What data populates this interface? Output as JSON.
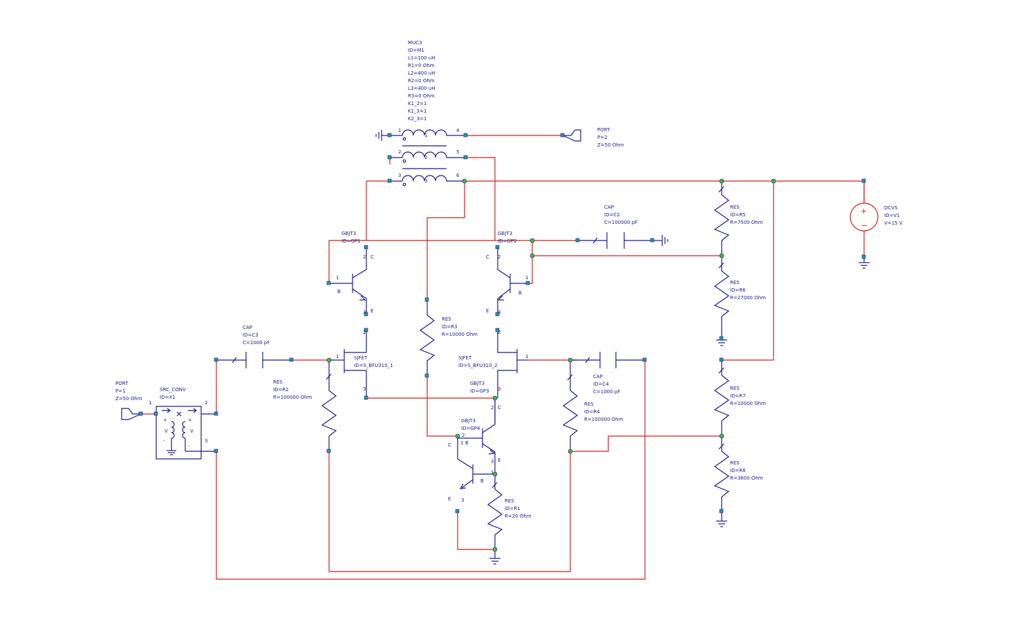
{
  "colors": {
    "wire": "#cc2222",
    "symbol": "#1a1a8c",
    "pin": "#2a9a9a",
    "node": "#44bb33",
    "source_body": "#cc2222"
  },
  "muc3": {
    "lines": [
      "MUC3",
      "ID=M1",
      "L1=100 uH",
      "R1=0 Ohm",
      "L2=400 uH",
      "R2=0 Ohm",
      "L3=400 uH",
      "R3=0 Ohm",
      "K1_2=1",
      "K1_3=1",
      "K2_3=1"
    ],
    "pins": [
      "1",
      "2",
      "3",
      "4",
      "5",
      "6"
    ],
    "coils": [
      "1",
      "2",
      "3"
    ]
  },
  "port2": {
    "lines": [
      "PORT",
      "P=2",
      "Z=50 Ohm"
    ]
  },
  "port1": {
    "lines": [
      "PORT",
      "P=1",
      "Z=50 Ohm"
    ]
  },
  "dcvs": {
    "lines": [
      "DCVS",
      "ID=V1",
      "V=15 V"
    ]
  },
  "cap_c2": {
    "lines": [
      "CAP",
      "ID=C2",
      "C=100000 pF"
    ]
  },
  "cap_c3": {
    "lines": [
      "CAP",
      "ID=C3",
      "C=1000 pF"
    ]
  },
  "cap_c4": {
    "lines": [
      "CAP",
      "ID=C4",
      "C=1000 pF"
    ]
  },
  "res_r1": {
    "lines": [
      "RES",
      "ID=R1",
      "R=20 Ohm"
    ]
  },
  "res_r2": {
    "lines": [
      "RES",
      "ID=R2",
      "R=100000 Ohm"
    ]
  },
  "res_r3": {
    "lines": [
      "RES",
      "ID=R3",
      "R=10000 Ohm"
    ]
  },
  "res_r4": {
    "lines": [
      "RES",
      "ID=R4",
      "R=100000 Ohm"
    ]
  },
  "res_r5": {
    "lines": [
      "RES",
      "ID=R5",
      "R=7500 Ohm"
    ]
  },
  "res_r6": {
    "lines": [
      "RES",
      "ID=R6",
      "R=27000 Ohm"
    ]
  },
  "res_r7": {
    "lines": [
      "RES",
      "ID=R7",
      "R=10000 Ohm"
    ]
  },
  "res_r8": {
    "lines": [
      "RES",
      "ID=R8",
      "R=3600 Ohm"
    ]
  },
  "gp1": {
    "lines": [
      "GBJT3",
      "ID=GP1"
    ],
    "pins": [
      "1",
      "2",
      "3"
    ],
    "terms": [
      "B",
      "C",
      "E"
    ]
  },
  "gp2": {
    "lines": [
      "GBJT3",
      "ID=GP2"
    ],
    "pins": [
      "1",
      "2",
      "3"
    ],
    "terms": [
      "B",
      "C",
      "E"
    ]
  },
  "gp3": {
    "lines": [
      "GBJT3",
      "ID=GP3"
    ],
    "pins": [
      "2",
      "3"
    ],
    "terms": [
      "C"
    ]
  },
  "gp4": {
    "lines": [
      "GBJT3",
      "ID=GP4"
    ],
    "pins": [
      "1",
      "2",
      "3"
    ],
    "terms": [
      "B",
      "C",
      "E"
    ]
  },
  "gp4b": {
    "pins": [
      "1",
      "3"
    ],
    "terms": [
      "B",
      "C",
      "E"
    ]
  },
  "sjfet1": {
    "lines": [
      "SJFET",
      "ID=S_BFU310_1"
    ],
    "pins": [
      "1",
      "2",
      "3"
    ]
  },
  "sjfet2": {
    "lines": [
      "SJFET",
      "ID=S_BFU310_2"
    ],
    "pins": [
      "1",
      "2",
      "3"
    ]
  },
  "src_conv": {
    "lines": [
      "SRC_CONV",
      "ID=X1"
    ],
    "pins": [
      "1",
      "2",
      "3"
    ],
    "glyphs": [
      "V",
      "V",
      "+",
      "+",
      "-",
      "-"
    ]
  }
}
